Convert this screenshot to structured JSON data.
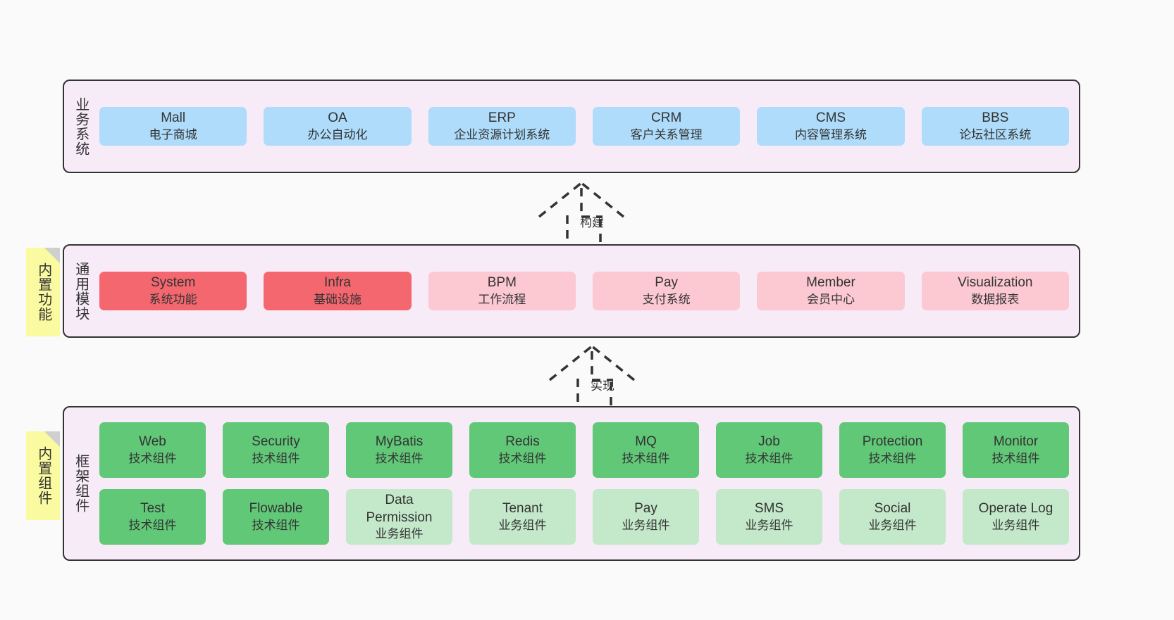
{
  "diagram": {
    "colors": {
      "background": "#fafafa",
      "layer_fill": "#F7EBF7",
      "layer_border": "#333333",
      "business_system": "#AEDCFA",
      "core_module_active": "#F4676F",
      "core_module_planned": "#FCC9D3",
      "tech_component": "#61C878",
      "business_component": "#C4E8CA",
      "note_fill": "#FAFAA0",
      "note_fold": "#CFCFCF"
    },
    "layers": [
      {
        "id": "business-system",
        "label": "业务系统",
        "rows": [
          {
            "cells": [
              {
                "en": "Mall",
                "cn": "电子商城",
                "color": "c-blue"
              },
              {
                "en": "OA",
                "cn": "办公自动化",
                "color": "c-blue"
              },
              {
                "en": "ERP",
                "cn": "企业资源计划系统",
                "color": "c-blue"
              },
              {
                "en": "CRM",
                "cn": "客户关系管理",
                "color": "c-blue"
              },
              {
                "en": "CMS",
                "cn": "内容管理系统",
                "color": "c-blue"
              },
              {
                "en": "BBS",
                "cn": "论坛社区系统",
                "color": "c-blue"
              }
            ]
          }
        ]
      },
      {
        "id": "common-module",
        "label": "通用模块",
        "note": "内置功能",
        "rows": [
          {
            "cells": [
              {
                "en": "System",
                "cn": "系统功能",
                "color": "c-red"
              },
              {
                "en": "Infra",
                "cn": "基础设施",
                "color": "c-red"
              },
              {
                "en": "BPM",
                "cn": "工作流程",
                "color": "c-pink"
              },
              {
                "en": "Pay",
                "cn": "支付系统",
                "color": "c-pink"
              },
              {
                "en": "Member",
                "cn": "会员中心",
                "color": "c-pink"
              },
              {
                "en": "Visualization",
                "cn": "数据报表",
                "color": "c-pink"
              }
            ]
          }
        ]
      },
      {
        "id": "framework-component",
        "label": "框架组件",
        "note": "内置组件",
        "rows": [
          {
            "cells": [
              {
                "en": "Web",
                "cn": "技术组件",
                "color": "c-green"
              },
              {
                "en": "Security",
                "cn": "技术组件",
                "color": "c-green"
              },
              {
                "en": "MyBatis",
                "cn": "技术组件",
                "color": "c-green"
              },
              {
                "en": "Redis",
                "cn": "技术组件",
                "color": "c-green"
              },
              {
                "en": "MQ",
                "cn": "技术组件",
                "color": "c-green"
              },
              {
                "en": "Job",
                "cn": "技术组件",
                "color": "c-green"
              },
              {
                "en": "Protection",
                "cn": "技术组件",
                "color": "c-green"
              },
              {
                "en": "Monitor",
                "cn": "技术组件",
                "color": "c-green"
              }
            ]
          },
          {
            "cells": [
              {
                "en": "Test",
                "cn": "技术组件",
                "color": "c-green"
              },
              {
                "en": "Flowable",
                "cn": "技术组件",
                "color": "c-green"
              },
              {
                "en": "Data Permission",
                "cn": "业务组件",
                "color": "c-lightgreen",
                "wrap": true
              },
              {
                "en": "Tenant",
                "cn": "业务组件",
                "color": "c-lightgreen"
              },
              {
                "en": "Pay",
                "cn": "业务组件",
                "color": "c-lightgreen"
              },
              {
                "en": "SMS",
                "cn": "业务组件",
                "color": "c-lightgreen"
              },
              {
                "en": "Social",
                "cn": "业务组件",
                "color": "c-lightgreen"
              },
              {
                "en": "Operate Log",
                "cn": "业务组件",
                "color": "c-lightgreen"
              }
            ]
          }
        ]
      }
    ],
    "connectors": [
      {
        "id": "build",
        "label": "构建"
      },
      {
        "id": "implement",
        "label": "实现"
      }
    ]
  }
}
